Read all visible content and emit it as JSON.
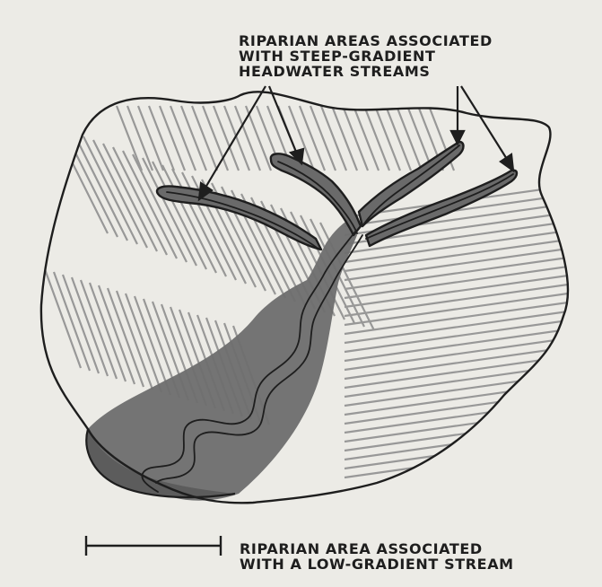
{
  "labels": {
    "headwater": [
      "RIPARIAN AREAS ASSOCIATED",
      "WITH STEEP-GRADIENT",
      "HEADWATER STREAMS"
    ],
    "lowland": [
      "RIPARIAN AREA ASSOCIATED",
      "WITH A LOW-GRADIENT STREAM"
    ]
  },
  "colors": {
    "ink": "#1e1e1e",
    "paper": "#ecebe6",
    "riparian_shade": "#6e6e6e",
    "hatching": "#8a8a8a"
  }
}
